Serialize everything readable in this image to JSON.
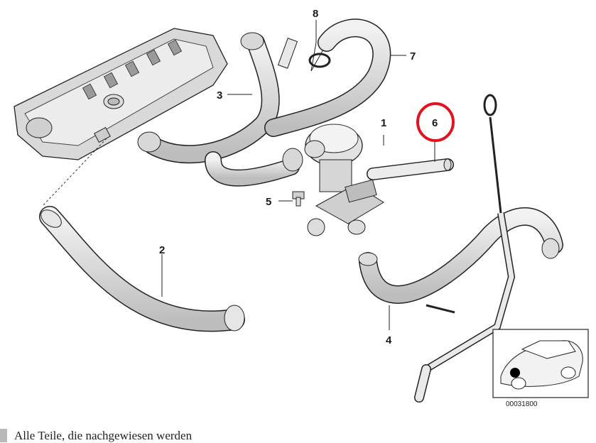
{
  "diagram": {
    "callouts": [
      {
        "id": "1",
        "label": "1"
      },
      {
        "id": "2",
        "label": "2"
      },
      {
        "id": "3",
        "label": "3"
      },
      {
        "id": "4",
        "label": "4"
      },
      {
        "id": "5",
        "label": "5"
      },
      {
        "id": "6",
        "label": "6",
        "highlighted": true
      },
      {
        "id": "7",
        "label": "7"
      },
      {
        "id": "8",
        "label": "8"
      }
    ],
    "inset_reference": "00031800",
    "highlight_color": "#e0141e"
  },
  "footer": {
    "text": "Alle Teile, die nachgewiesen werden"
  }
}
